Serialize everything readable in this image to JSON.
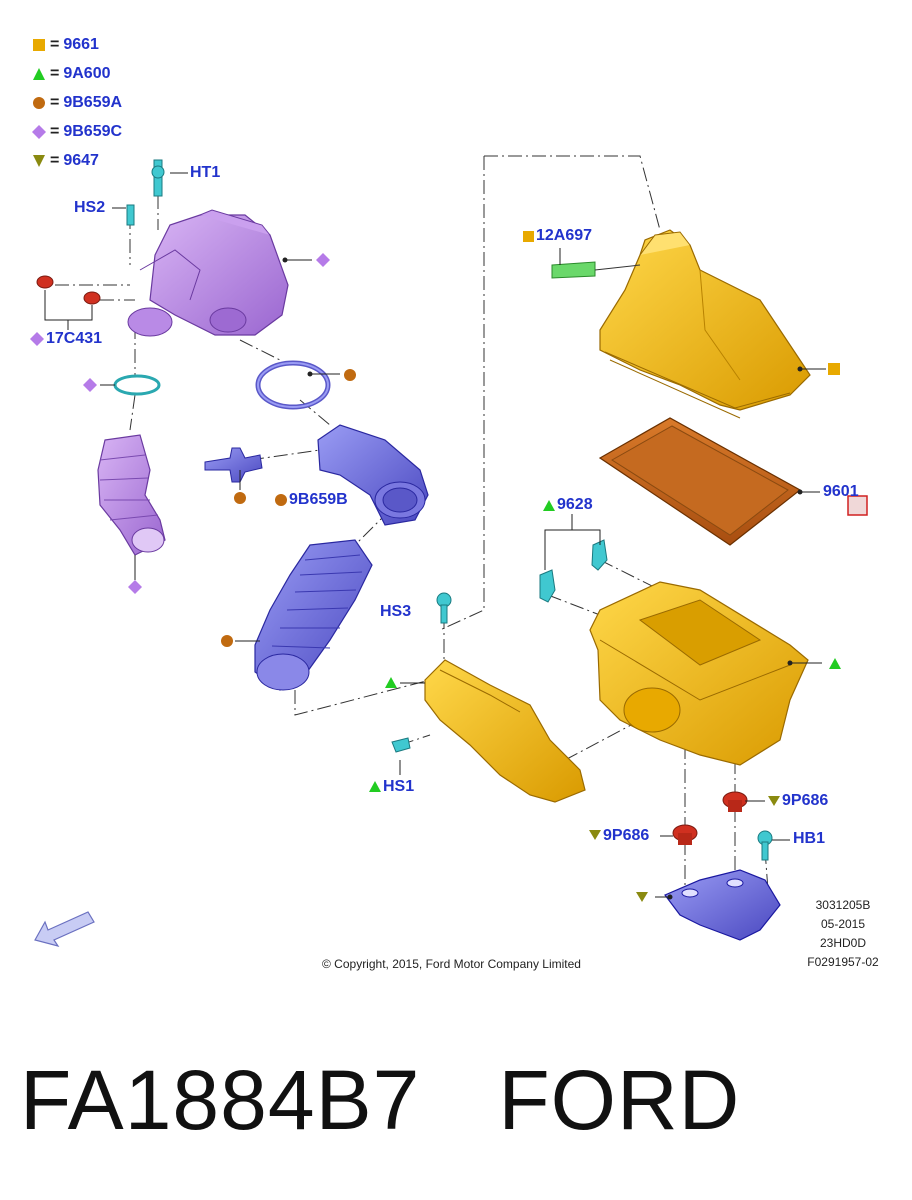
{
  "legend": [
    {
      "symbol": "square",
      "color": "#e8a900",
      "code": "9661"
    },
    {
      "symbol": "triangle-up",
      "color": "#22cc22",
      "code": "9A600"
    },
    {
      "symbol": "circle",
      "color": "#c06a10",
      "code": "9B659A"
    },
    {
      "symbol": "diamond",
      "color": "#b57be8",
      "code": "9B659C"
    },
    {
      "symbol": "triangle-down",
      "color": "#8a8a10",
      "code": "9647"
    }
  ],
  "legend_equals": "=",
  "callouts": {
    "ht1": "HT1",
    "hs2": "HS2",
    "c17c431": "17C431",
    "c12a697": "12A697",
    "c9b659b": "9B659B",
    "c9601": "9601",
    "c9628": "9628",
    "hs3": "HS3",
    "hs1": "HS1",
    "c9p686_right": "9P686",
    "c9p686_left": "9P686",
    "hb1": "HB1"
  },
  "meta": {
    "line1": "3031205B",
    "line2": "05-2015",
    "line3": "23HD0D",
    "line4": "F0291957-02"
  },
  "copyright": "© Copyright, 2015, Ford Motor Company Limited",
  "part_number": "FA1884B7",
  "brand": "FORD",
  "colors": {
    "label_blue": "#2233cc",
    "purple_part": "#b98ae6",
    "blue_part": "#6a68d8",
    "yellow_part": "#f0b800",
    "orange_filter": "#c8641a",
    "cyan_clip": "#40c8d0",
    "red_grommet": "#d03020"
  }
}
